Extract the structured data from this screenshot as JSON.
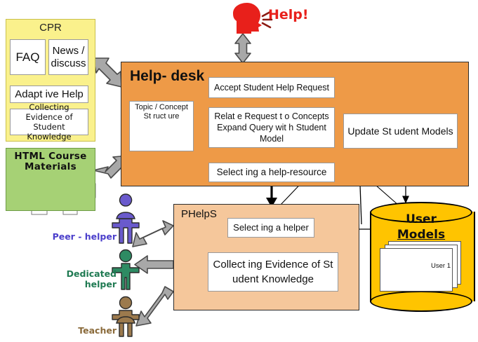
{
  "diagram": {
    "title": "Help-desk architecture with CPR, PHelpS and User Models",
    "help_call": {
      "label": "Help!",
      "icon": "shouting-head-icon",
      "color": "#E8201B"
    }
  },
  "cpr": {
    "title": "CPR",
    "panel_color": "#FAF18C",
    "boxes": [
      {
        "label": "FAQ"
      },
      {
        "label": "News / discuss"
      },
      {
        "label": "Adapt ive Help"
      },
      {
        "label": "Collecting Evidence of Student Knowledge"
      }
    ]
  },
  "html_course": {
    "title": "HTML Course Materials",
    "panel_color": "#A6D175",
    "node_count": 5
  },
  "helpdesk": {
    "title": "Help- desk",
    "panel_color": "#EE9A47",
    "topic_structure": {
      "title_line1": "Topic / Concept",
      "title_line2": "St ruct ure"
    },
    "boxes": [
      {
        "label": "Accept Student Help Request"
      },
      {
        "label": "Relat e Request t o Concepts Expand Query wit h Student Model"
      },
      {
        "label": "Select ing a help-resource"
      },
      {
        "label": "Update St udent Models"
      }
    ]
  },
  "phelps": {
    "title": "PHelpS",
    "panel_color": "#F5C79B",
    "boxes": [
      {
        "label": "Select ing a helper"
      },
      {
        "label": "Collect ing Evidence of St udent  Knowledge"
      }
    ]
  },
  "user_models": {
    "title_line1": "User",
    "title_line2": "Models",
    "cylinder_color": "#FFC400",
    "card_label": "User 1"
  },
  "helpers": [
    {
      "label": "Peer - helper",
      "color": "#6A5ACD",
      "icon": "person-icon"
    },
    {
      "label": "Dedicated helper",
      "color": "#2E8B63",
      "icon": "person-icon"
    },
    {
      "label": "Teacher",
      "color": "#9C7A4D",
      "icon": "person-icon"
    }
  ],
  "arrows": {
    "gray": "thick-gray-arrow",
    "black": "thin-black-arrow"
  }
}
